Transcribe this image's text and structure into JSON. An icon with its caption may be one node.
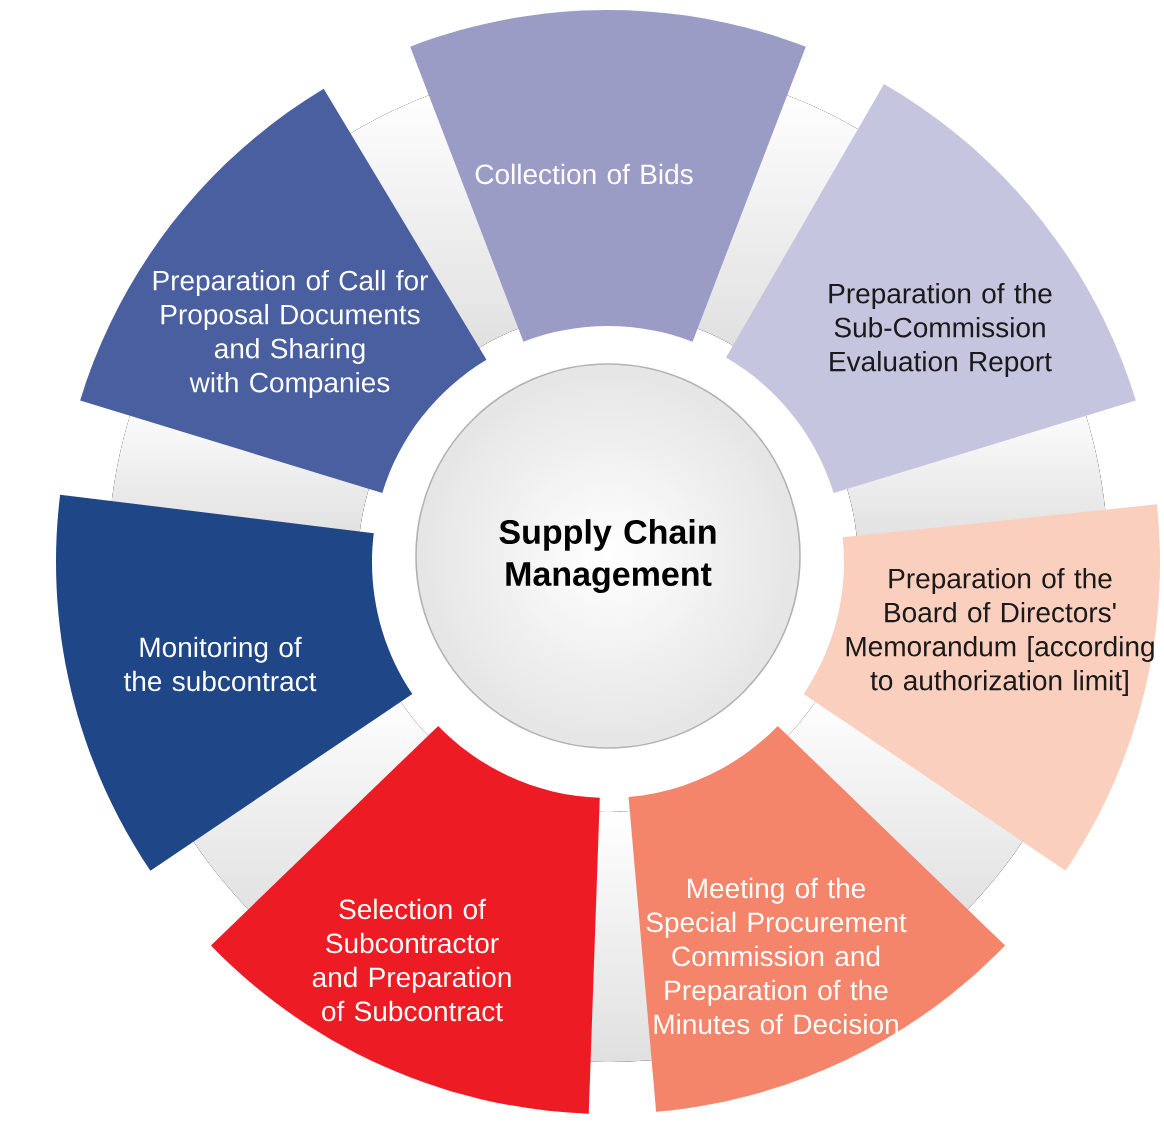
{
  "diagram": {
    "nodes": [
      {
        "text": [
          "Supply Chain Management"
        ]
      },
      {
        "text": [
          "Collection of Bids"
        ]
      },
      {
        "text": [
          "Preparation of the Sub-Commission Evaluation Report"
        ]
      },
      {
        "text": [
          "Preparation of the Board of Directors' Memorandum [according to authorization limit]"
        ]
      },
      {
        "text": [
          "Meeting of the Special Procurement Commission and Preparation of the Minutes of Decision"
        ]
      },
      {
        "text": [
          "Selection of Subcontractor and Preparation of Subcontract"
        ]
      },
      {
        "text": [
          "Monitoring of the subcontract"
        ]
      },
      {
        "text": [
          "Preparation of Call for Proposal Documents and Sharing with Companies"
        ]
      }
    ]
  }
}
